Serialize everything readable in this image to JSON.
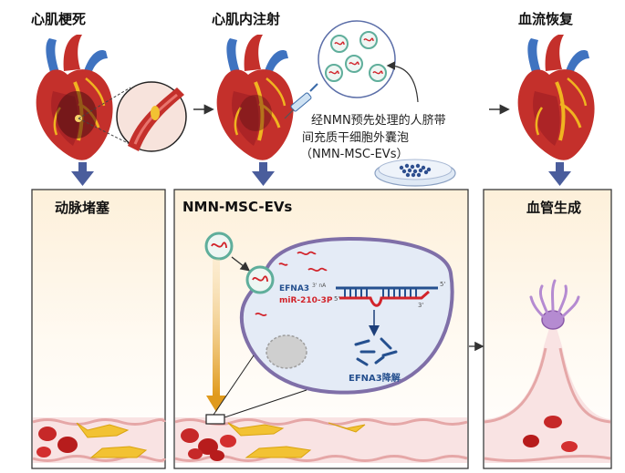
{
  "stages": {
    "mi_title": "心肌梗死",
    "injection_title": "心肌内注射",
    "recovery_title": "血流恢复"
  },
  "callout": {
    "line1": "经NMN预先处理的人脐带",
    "line2": "间充质干细胞外囊泡",
    "line3": "（NMN-MSC-EVs）"
  },
  "panels": {
    "left_title": "动脉堵塞",
    "middle_title": "NMN-MSC-EVs",
    "right_title": "血管生成"
  },
  "mechanism": {
    "efna3_label": "EFNA3",
    "mir_label": "miR-210-3P",
    "mrna_tag": "3' nA",
    "end_5_top": "5'",
    "end_3_top": "3'",
    "end_3_bottom": "3'",
    "end_5_bottom": "5'",
    "degradation_label": "EFNA3降解"
  },
  "colors": {
    "panel_bg_top": "#fdf1de",
    "panel_border": "#3a3a3a",
    "arrow_blue": "#4a5d9c",
    "heart_red": "#c4302b",
    "vessel_pink": "#f3c3c3",
    "mirna_red": "#d2232a",
    "mrna_blue": "#25508f",
    "ev_green": "#5fae9b",
    "cell_fill": "#e4ebf6",
    "cell_border": "#7f6fa8",
    "plaque_yellow": "#f2c233",
    "orange_arrow": "#d9900f"
  }
}
